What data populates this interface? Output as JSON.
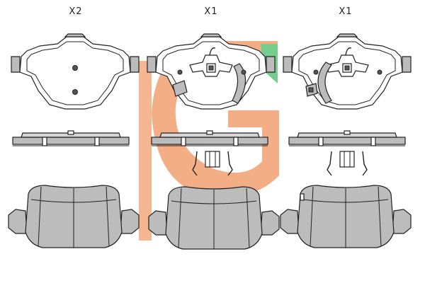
{
  "quantities": [
    "X2",
    "X1",
    "X1"
  ],
  "colors": {
    "watermark_orange": "#f2a071",
    "watermark_green": "#5cc47a",
    "pad_grey": "#bcbcbc",
    "line": "#222222"
  }
}
